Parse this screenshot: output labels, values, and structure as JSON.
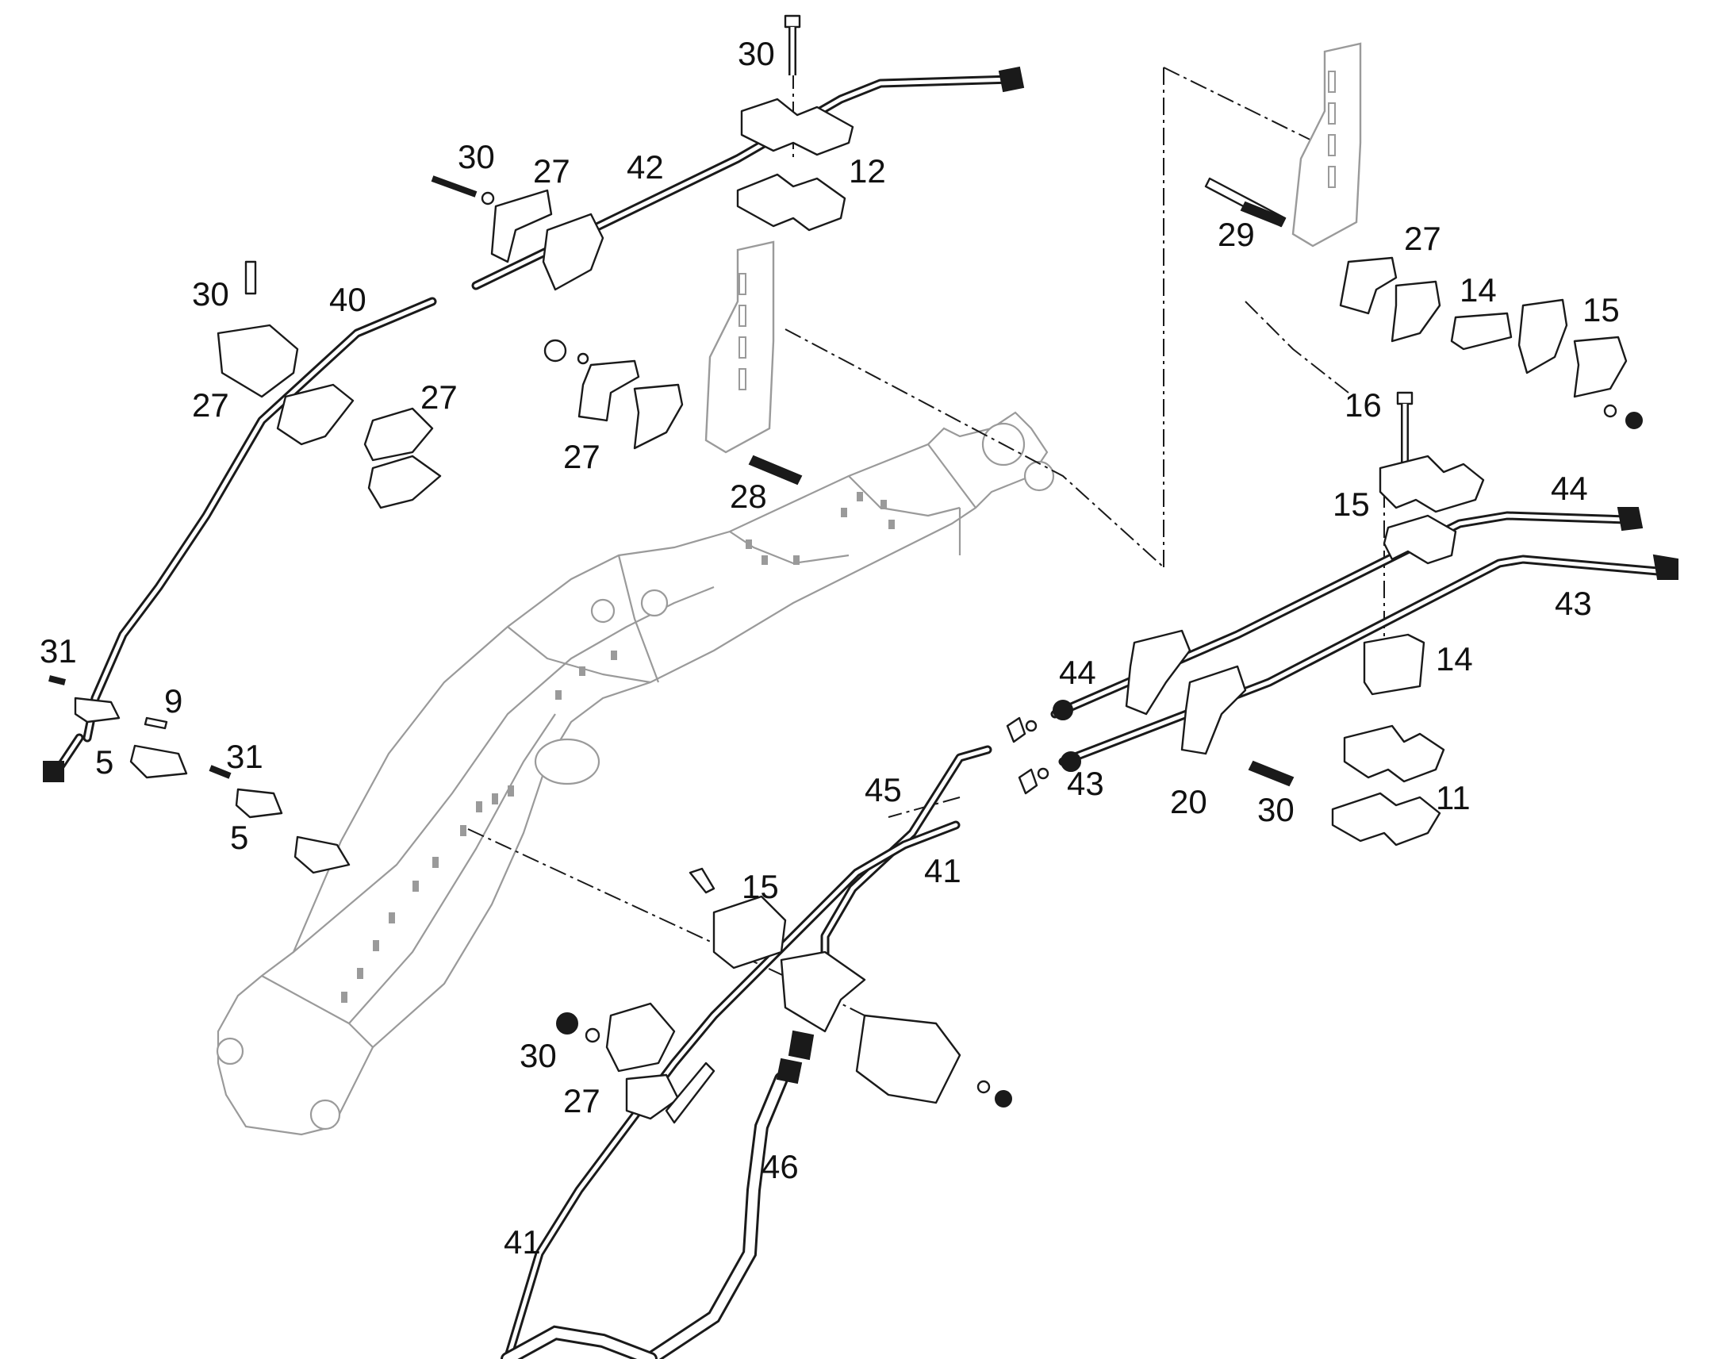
{
  "callouts": [
    {
      "id": "c30a",
      "text": "30"
    },
    {
      "id": "c42",
      "text": "42"
    },
    {
      "id": "c12",
      "text": "12"
    },
    {
      "id": "c30b",
      "text": "30"
    },
    {
      "id": "c27a",
      "text": "27"
    },
    {
      "id": "c30c",
      "text": "30"
    },
    {
      "id": "c40",
      "text": "40"
    },
    {
      "id": "c27b",
      "text": "27"
    },
    {
      "id": "c27c",
      "text": "27"
    },
    {
      "id": "c27d",
      "text": "27"
    },
    {
      "id": "c28",
      "text": "28"
    },
    {
      "id": "c29",
      "text": "29"
    },
    {
      "id": "c27e",
      "text": "27"
    },
    {
      "id": "c14a",
      "text": "14"
    },
    {
      "id": "c15a",
      "text": "15"
    },
    {
      "id": "c16",
      "text": "16"
    },
    {
      "id": "c15b",
      "text": "15"
    },
    {
      "id": "c44a",
      "text": "44"
    },
    {
      "id": "c43a",
      "text": "43"
    },
    {
      "id": "c14b",
      "text": "14"
    },
    {
      "id": "c44b",
      "text": "44"
    },
    {
      "id": "c43b",
      "text": "43"
    },
    {
      "id": "c20",
      "text": "20"
    },
    {
      "id": "c30d",
      "text": "30"
    },
    {
      "id": "c11",
      "text": "11"
    },
    {
      "id": "c31a",
      "text": "31"
    },
    {
      "id": "c9",
      "text": "9"
    },
    {
      "id": "c5a",
      "text": "5"
    },
    {
      "id": "c31b",
      "text": "31"
    },
    {
      "id": "c5b",
      "text": "5"
    },
    {
      "id": "c45",
      "text": "45"
    },
    {
      "id": "c41a",
      "text": "41"
    },
    {
      "id": "c15c",
      "text": "15"
    },
    {
      "id": "c30e",
      "text": "30"
    },
    {
      "id": "c27f",
      "text": "27"
    },
    {
      "id": "c46",
      "text": "46"
    },
    {
      "id": "c41b",
      "text": "41"
    }
  ]
}
